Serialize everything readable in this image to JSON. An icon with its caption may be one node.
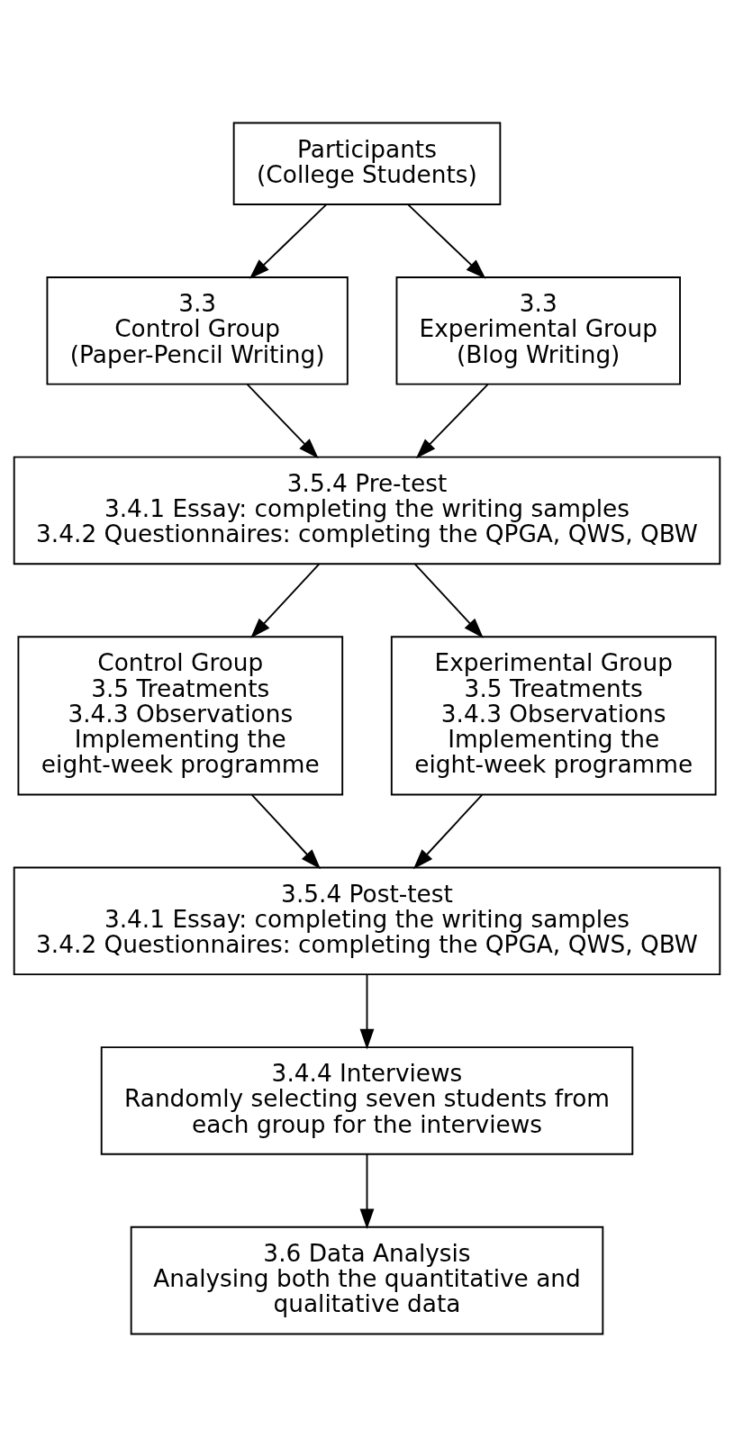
{
  "diagram": {
    "nodes": [
      {
        "text": [
          "Participants",
          "(College Students)"
        ]
      },
      {
        "text": [
          "3.3",
          "Control Group",
          "(Paper-Pencil Writing)"
        ]
      },
      {
        "text": [
          "3.3",
          "Experimental Group",
          "(Blog Writing)"
        ]
      },
      {
        "text": [
          "3.5.4 Pre-test",
          "3.4.1 Essay: completing the writing samples",
          "3.4.2 Questionnaires: completing the QPGA, QWS, QBW"
        ]
      },
      {
        "text": [
          "Control Group",
          "3.5 Treatments",
          "3.4.3 Observations",
          "Implementing the eight-week programme"
        ]
      },
      {
        "text": [
          "Experimental Group",
          "3.5 Treatments",
          "3.4.3 Observations",
          "Implementing the eight-week programme"
        ]
      },
      {
        "text": [
          "3.5.4 Post-test",
          "3.4.1 Essay: completing the writing samples",
          "3.4.2 Questionnaires: completing the QPGA, QWS, QBW"
        ]
      },
      {
        "text": [
          "3.4.4 Interviews",
          "Randomly selecting seven students from each group for the interviews"
        ]
      },
      {
        "text": [
          "3.6 Data Analysis",
          "Analysing both the quantitative and qualitative data"
        ]
      }
    ],
    "edges": [
      {
        "from": 0,
        "to": 1,
        "arrow": "to"
      },
      {
        "from": 0,
        "to": 2,
        "arrow": "to"
      },
      {
        "from": 1,
        "to": 3,
        "arrow": "to"
      },
      {
        "from": 2,
        "to": 3,
        "arrow": "to"
      },
      {
        "from": 3,
        "to": 4,
        "arrow": "to"
      },
      {
        "from": 3,
        "to": 5,
        "arrow": "to"
      },
      {
        "from": 4,
        "to": 6,
        "arrow": "to"
      },
      {
        "from": 5,
        "to": 6,
        "arrow": "to"
      },
      {
        "from": 6,
        "to": 7,
        "arrow": "to"
      },
      {
        "from": 7,
        "to": 8,
        "arrow": "to"
      }
    ]
  }
}
